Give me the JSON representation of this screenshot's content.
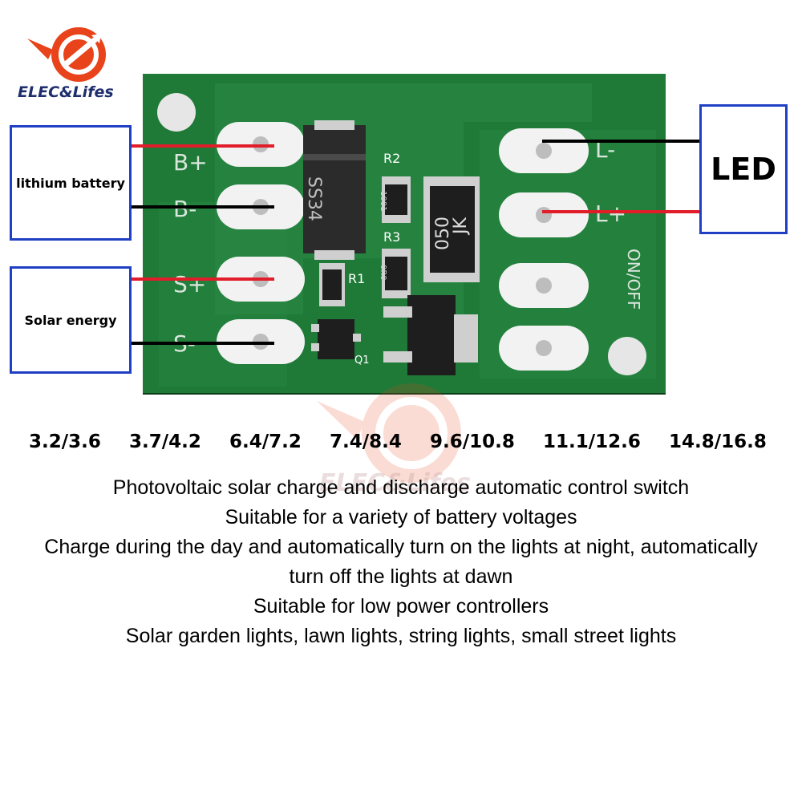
{
  "brand": {
    "name": "ELEC&Lifes",
    "colors": {
      "primary": "#e8431a",
      "text": "#1f2f6e"
    }
  },
  "board": {
    "pads_left": [
      "B+",
      "B-",
      "S+",
      "S-"
    ],
    "pads_right_top": [
      "L-",
      "L+"
    ],
    "switch_label": "ON/OFF",
    "components": {
      "diode": "SS34",
      "r2": "R2",
      "r3": "R3",
      "r1": "R1",
      "q1": "Q1",
      "r2_code": "1001",
      "r3_code": "0R0",
      "inductor_line1": "JK",
      "inductor_line2": "050"
    },
    "colors": {
      "pcb": "#1f7a38",
      "wire_positive": "#e11d2a",
      "wire_negative": "#000000",
      "box_border": "#1f3fc4"
    }
  },
  "labels": {
    "battery": "lithium battery",
    "solar": "Solar energy",
    "led": "LED"
  },
  "voltages": [
    "3.2/3.6",
    "3.7/4.2",
    "6.4/7.2",
    "7.4/8.4",
    "9.6/10.8",
    "11.1/12.6",
    "14.8/16.8"
  ],
  "description": [
    "Photovoltaic solar charge and discharge automatic control switch",
    "Suitable for a variety of battery voltages",
    "Charge during the day and automatically turn on the lights at night, automatically",
    "turn off the lights at dawn",
    "Suitable for low power controllers",
    "Solar garden lights, lawn lights, string lights, small street lights"
  ]
}
